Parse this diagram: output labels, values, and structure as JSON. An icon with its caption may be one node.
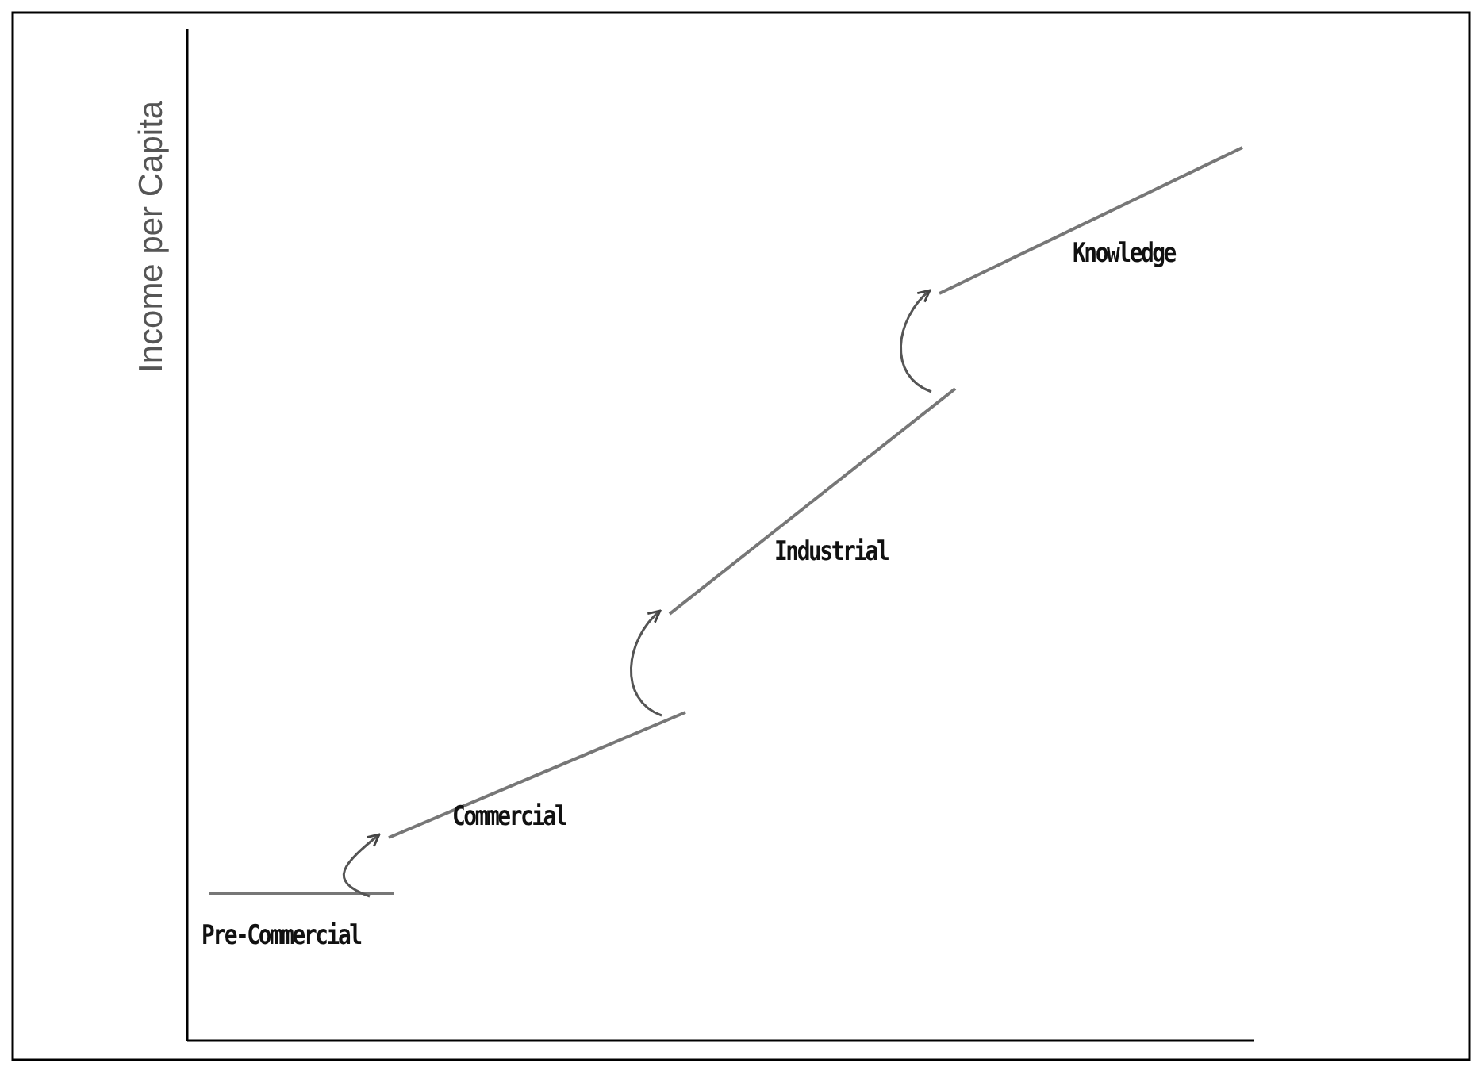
{
  "diagram": {
    "nodes": [
      {
        "text": [
          "Pre-Commercial"
        ]
      },
      {
        "text": [
          "Commercial"
        ]
      },
      {
        "text": [
          "Industrial"
        ]
      },
      {
        "text": [
          "Knowledge"
        ]
      }
    ],
    "edges": [
      {
        "from": 0,
        "to": 1,
        "arrow": "to"
      },
      {
        "from": 1,
        "to": 2,
        "arrow": "to"
      },
      {
        "from": 2,
        "to": 3,
        "arrow": "to"
      }
    ],
    "labels": [
      "Income per Capita"
    ]
  }
}
